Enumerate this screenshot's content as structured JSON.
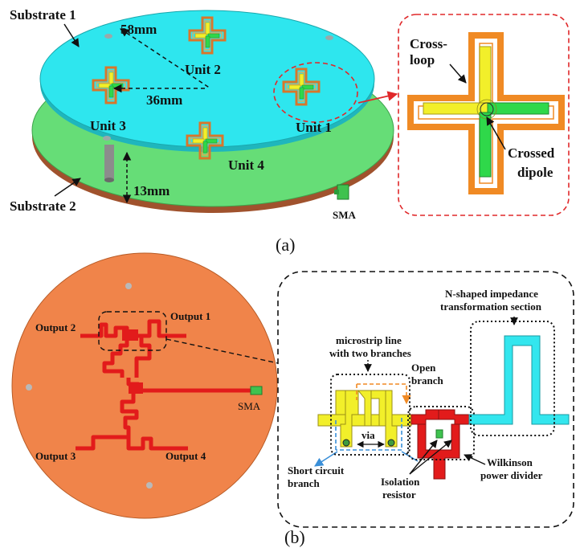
{
  "panel_a": {
    "caption": "(a)",
    "substrate1": "Substrate 1",
    "substrate2": "Substrate 2",
    "dim_58": "58mm",
    "dim_36": "36mm",
    "dim_13": "13mm",
    "unit1": "Unit 1",
    "unit2": "Unit 2",
    "unit3": "Unit 3",
    "unit4": "Unit 4",
    "sma": "SMA",
    "inset": {
      "cross_loop_1": "Cross-",
      "cross_loop_2": "loop",
      "crossed_dipole_1": "Crossed",
      "crossed_dipole_2": "dipole"
    }
  },
  "panel_b": {
    "caption": "(b)",
    "output1": "Output 1",
    "output2": "Output 2",
    "output3": "Output 3",
    "output4": "Output 4",
    "sma": "SMA",
    "inset": {
      "n_shaped_1": "N-shaped impedance",
      "n_shaped_2": "transformation section",
      "microstrip_1": "microstrip line",
      "microstrip_2": "with two branches",
      "open_1": "Open",
      "open_2": "branch",
      "via": "via",
      "short_1": "Short circuit",
      "short_2": "branch",
      "isolation_1": "Isolation",
      "isolation_2": "resistor",
      "wilkinson_1": "Wilkinson",
      "wilkinson_2": "power divider"
    }
  },
  "colors": {
    "substrate1": "#2ee6ee",
    "substrate2": "#66dd77",
    "copper": "#f08a24",
    "dipole_yellow": "#f2ef2a",
    "dipole_green": "#2fd84a",
    "feed_red": "#e21b1b",
    "board_orange": "#f0844a",
    "cyan_line": "#33e6ee",
    "inset_border_red": "#e0282a"
  }
}
